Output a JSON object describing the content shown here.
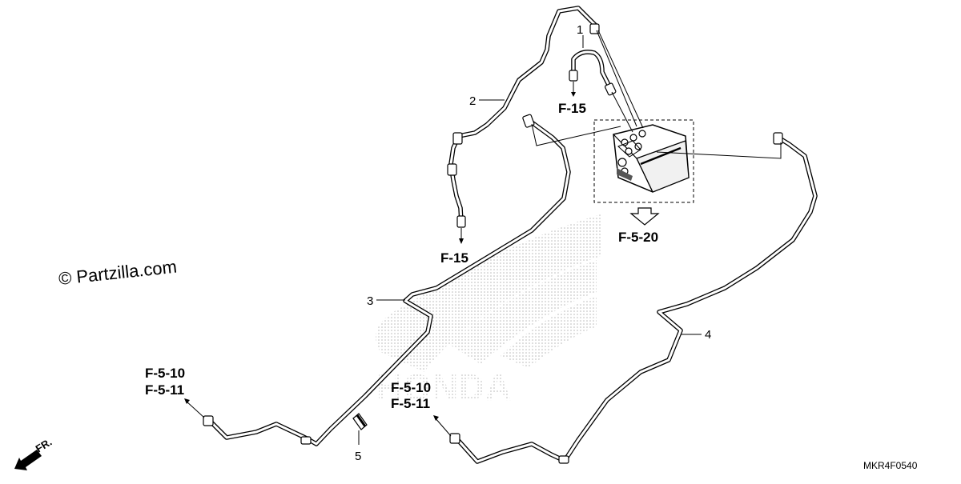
{
  "watermark": "© Partzilla.com",
  "diagram_code": "MKR4F0540",
  "front_marker": "FR.",
  "callouts": [
    "1",
    "2",
    "3",
    "4",
    "5"
  ],
  "references": {
    "f15_top": "F-15",
    "f15_left": "F-15",
    "f520": "F-5-20",
    "left_line1": "F-5-10",
    "left_line2": "F-5-11",
    "mid_line1": "F-5-10",
    "mid_line2": "F-5-11"
  },
  "background_logo": "HONDA",
  "colors": {
    "ink": "#000000",
    "background": "#ffffff",
    "logo_dots": "#b8b8b8"
  }
}
